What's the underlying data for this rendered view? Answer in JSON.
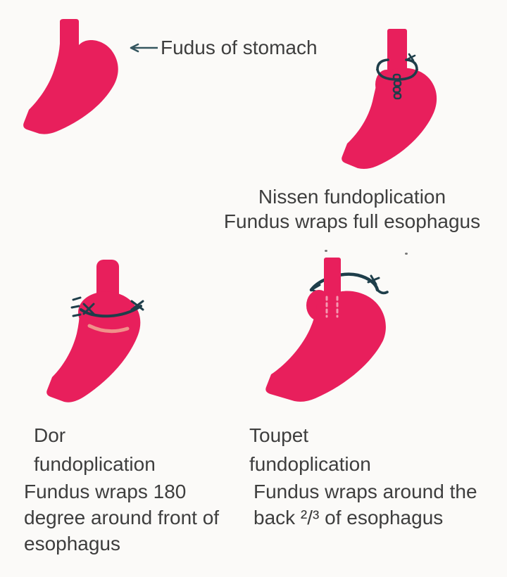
{
  "colors": {
    "stomach": "#e81f5c",
    "wrap": "#1e3e4a",
    "highlight": "#f0918a",
    "text": "#3e3e3e",
    "arrow": "#35565f",
    "background": "#fbfaf8",
    "stitch": "#f599b1",
    "speck": "#4a4a4a"
  },
  "icons": {
    "pointer_arrow": "←",
    "stomach_illustrations": [
      "stomach-plain",
      "stomach-nissen-wrap",
      "stomach-dor-wrap",
      "stomach-toupet-wrap"
    ]
  },
  "labels": {
    "fundus_pointer": "Fudus of stomach"
  },
  "panels": {
    "nissen": {
      "title": "Nissen fundoplication",
      "description": "Fundus wraps full esophagus"
    },
    "dor": {
      "title_line1": "Dor",
      "title_line2": "fundoplication",
      "desc_line1": "Fundus wraps 180",
      "desc_line2": "degree around front of",
      "desc_line3": "esophagus"
    },
    "toupet": {
      "title_line1": "Toupet",
      "title_line2": "fundoplication",
      "desc_line1": "Fundus wraps around the",
      "desc_line2": "back ²/³ of esophagus"
    }
  }
}
